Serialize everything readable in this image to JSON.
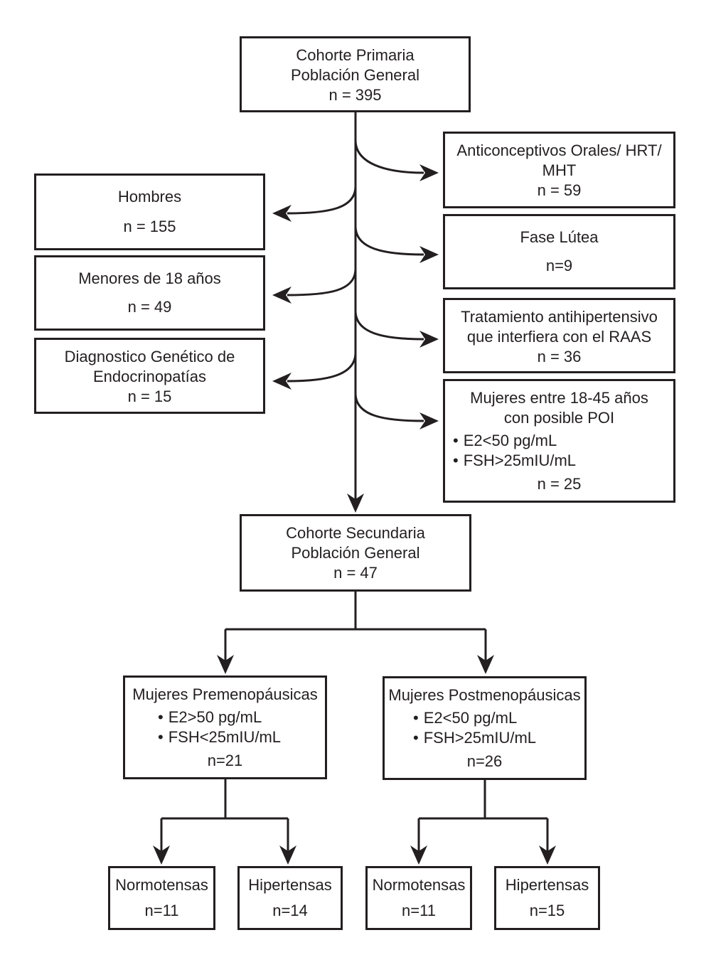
{
  "colors": {
    "ink": "#231f20",
    "background": "#ffffff"
  },
  "boxes": {
    "primary": {
      "line1": "Cohorte Primaria",
      "line2": "Población General",
      "n": "n = 395"
    },
    "excl_right_1": {
      "line1": "Anticonceptivos Orales/ HRT/",
      "line2": "MHT",
      "n": "n = 59"
    },
    "excl_right_2": {
      "line1": "Fase Lútea",
      "n": "n=9"
    },
    "excl_right_3": {
      "line1": "Tratamiento antihipertensivo",
      "line2": "que interfiera con el RAAS",
      "n": "n = 36"
    },
    "excl_right_4": {
      "line1": "Mujeres entre 18-45 años",
      "line2": "con posible POI",
      "bullet1": "E2<50 pg/mL",
      "bullet2": "FSH>25mIU/mL",
      "n": "n = 25"
    },
    "excl_left_1": {
      "line1": "Hombres",
      "n": "n = 155"
    },
    "excl_left_2": {
      "line1": "Menores de 18 años",
      "n": "n = 49"
    },
    "excl_left_3": {
      "line1": "Diagnostico Genético de",
      "line2": "Endocrinopatías",
      "n": "n = 15"
    },
    "secondary": {
      "line1": "Cohorte Secundaria",
      "line2": "Población General",
      "n": "n = 47"
    },
    "premeno": {
      "line1": "Mujeres Premenopáusicas",
      "bullet1": "E2>50 pg/mL",
      "bullet2": "FSH<25mIU/mL",
      "n": "n=21"
    },
    "postmeno": {
      "line1": "Mujeres Postmenopáusicas",
      "bullet1": "E2<50 pg/mL",
      "bullet2": "FSH>25mIU/mL",
      "n": "n=26"
    },
    "pre_norm": {
      "line1": "Normotensas",
      "n": "n=11"
    },
    "pre_hyper": {
      "line1": "Hipertensas",
      "n": "n=14"
    },
    "post_norm": {
      "line1": "Normotensas",
      "n": "n=11"
    },
    "post_hyper": {
      "line1": "Hipertensas",
      "n": "n=15"
    }
  }
}
